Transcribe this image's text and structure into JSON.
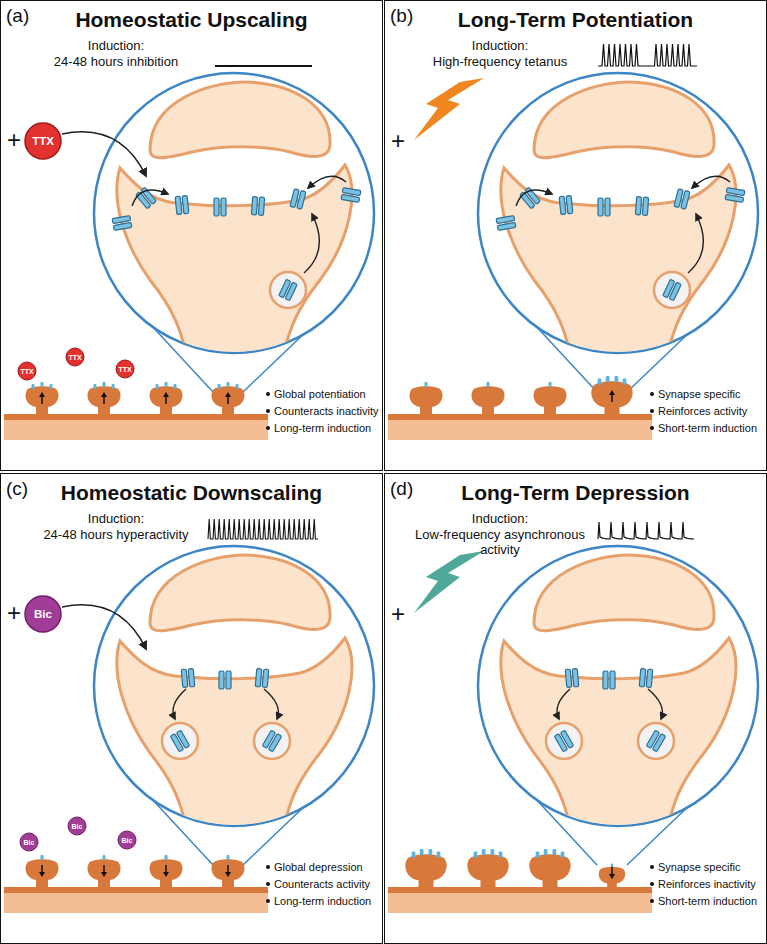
{
  "diagram": {
    "nodes": [
      {
        "text": [
          "(a)",
          "Homeostatic Upscaling",
          "Induction:",
          "24-48 hours inhibition",
          "+",
          "Global potentiation",
          "Counteracts inactivity",
          "Long-term induction"
        ]
      },
      {
        "text": [
          "TTX"
        ],
        "in": 0
      },
      {
        "text": [
          "TTX"
        ],
        "in": 0
      },
      {
        "text": [
          "TTX"
        ],
        "in": 0
      },
      {
        "text": [
          "TTX"
        ],
        "in": 0
      },
      {
        "text": [
          "(b)",
          "Long-Term Potentiation",
          "Induction:",
          "High-frequency tetanus",
          "+",
          "Synapse specific",
          "Reinforces activity",
          "Short-term induction"
        ]
      },
      {
        "text": [
          "(c)",
          "Homeostatic Downscaling",
          "Induction:",
          "24-48 hours hyperactivity",
          "+",
          "Global depression",
          "Counteracts activity",
          "Long-term induction"
        ]
      },
      {
        "text": [
          "Bic"
        ],
        "in": 6
      },
      {
        "text": [
          "Bic"
        ],
        "in": 6
      },
      {
        "text": [
          "Bic"
        ],
        "in": 6
      },
      {
        "text": [
          "Bic"
        ],
        "in": 6
      },
      {
        "text": [
          "(d)",
          "Long-Term Depression",
          "Induction:",
          "Low-frequency asynchronous activity",
          "+",
          "Synapse specific",
          "Reinforces inactivity",
          "Short-term induction"
        ]
      }
    ]
  }
}
